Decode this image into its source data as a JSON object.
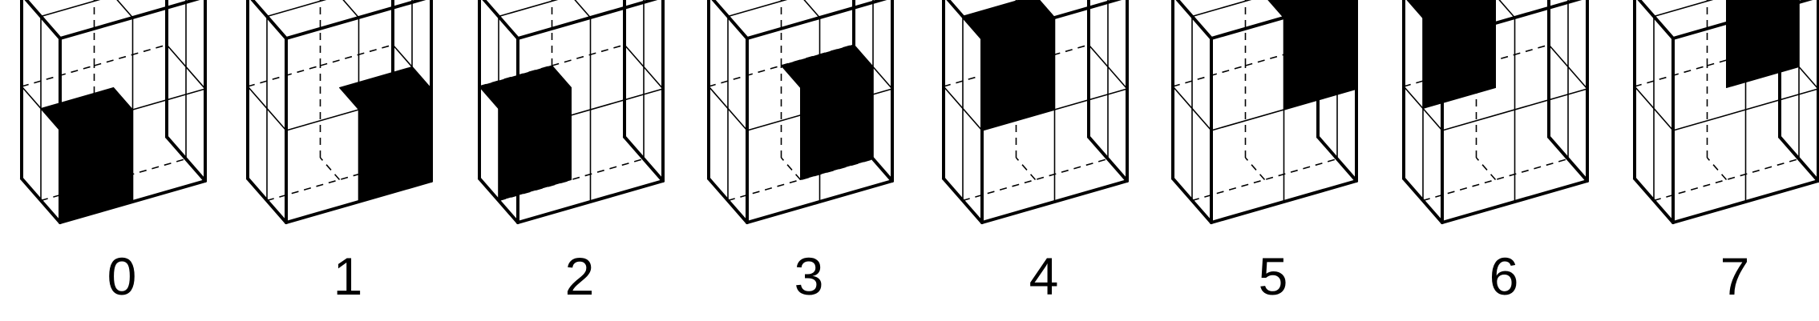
{
  "figure": {
    "cubes": [
      {
        "label": "0",
        "octant": 0
      },
      {
        "label": "1",
        "octant": 1
      },
      {
        "label": "2",
        "octant": 2
      },
      {
        "label": "3",
        "octant": 3
      },
      {
        "label": "4",
        "octant": 4
      },
      {
        "label": "5",
        "octant": 5
      },
      {
        "label": "6",
        "octant": 6
      },
      {
        "label": "7",
        "octant": 7
      }
    ],
    "colors": {
      "background": "#ffffff",
      "line": "#000000",
      "highlight": "#000000"
    }
  }
}
